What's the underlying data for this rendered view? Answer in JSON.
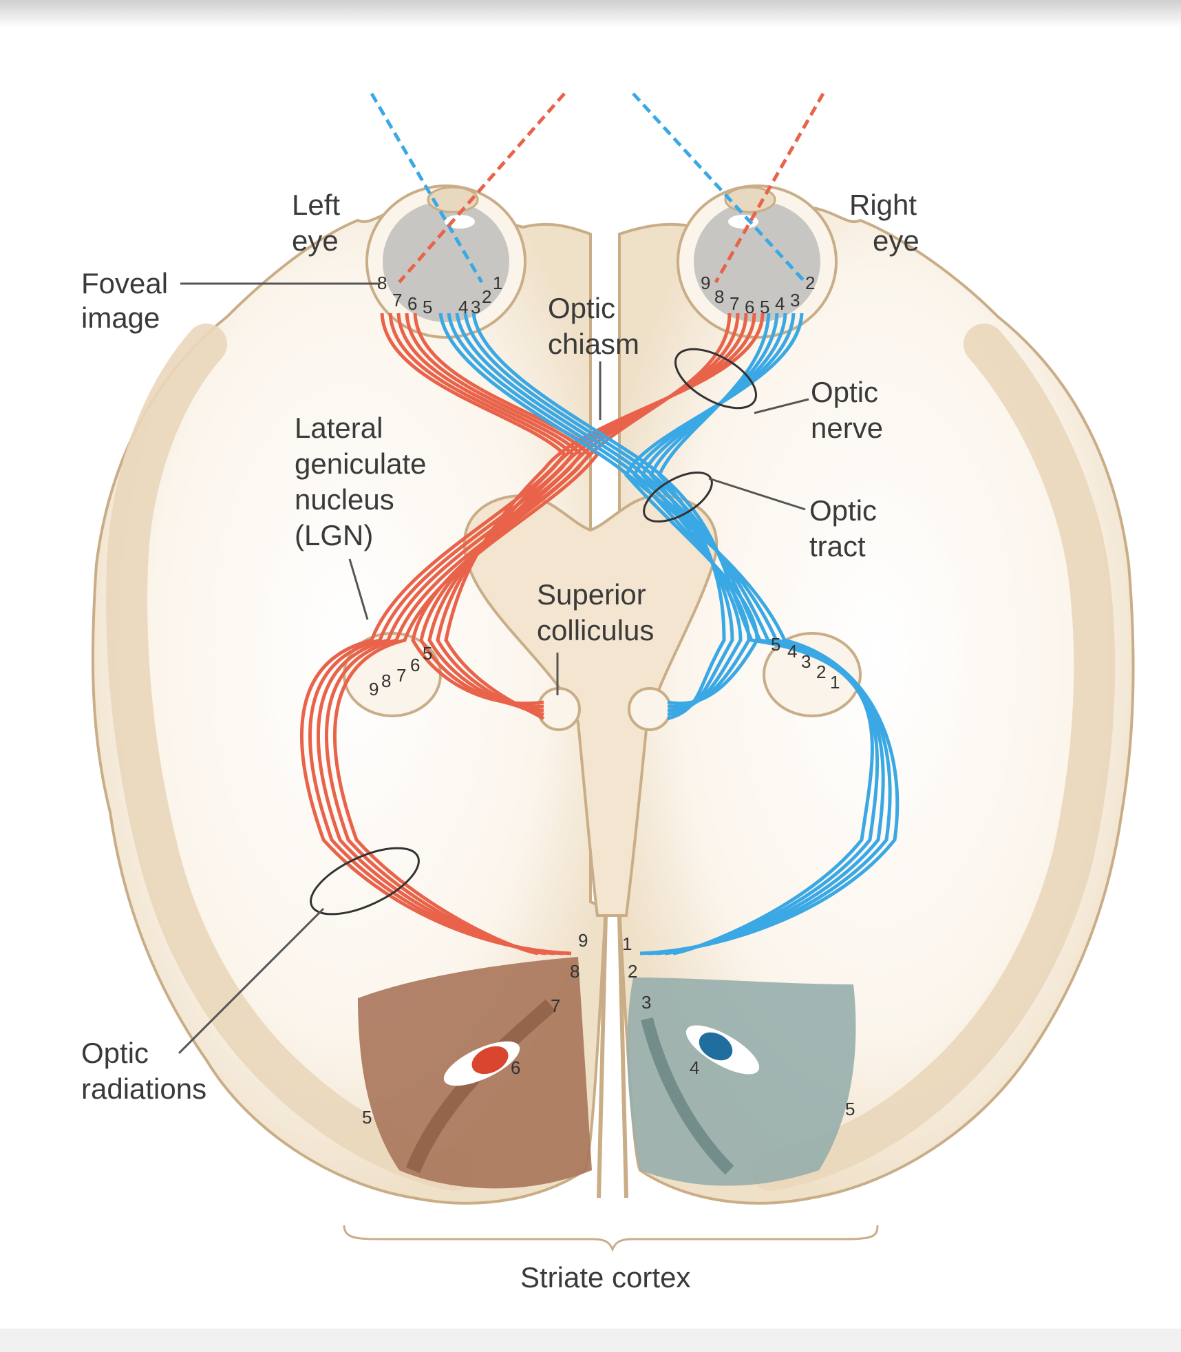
{
  "labels": {
    "left_eye_1": "Left",
    "left_eye_2": "eye",
    "right_eye_1": "Right",
    "right_eye_2": "eye",
    "foveal_1": "Foveal",
    "foveal_2": "image",
    "chiasm_1": "Optic",
    "chiasm_2": "chiasm",
    "nerve_1": "Optic",
    "nerve_2": "nerve",
    "tract_1": "Optic",
    "tract_2": "tract",
    "lgn_1": "Lateral",
    "lgn_2": "geniculate",
    "lgn_3": "nucleus",
    "lgn_4": "(LGN)",
    "colliculus_1": "Superior",
    "colliculus_2": "colliculus",
    "radiations_1": "Optic",
    "radiations_2": "radiations",
    "striate": "Striate cortex"
  },
  "numbers": {
    "left_retina": [
      "8",
      "7",
      "6",
      "5",
      "4",
      "3",
      "2",
      "1"
    ],
    "right_retina": [
      "9",
      "8",
      "7",
      "6",
      "5",
      "4",
      "3",
      "2"
    ],
    "left_lgn": [
      "9",
      "8",
      "7",
      "6",
      "5"
    ],
    "right_lgn": [
      "5",
      "4",
      "3",
      "2",
      "1"
    ],
    "left_cortex": [
      "9",
      "8",
      "7",
      "6",
      "5"
    ],
    "right_cortex": [
      "1",
      "2",
      "3",
      "4",
      "5"
    ]
  },
  "colors": {
    "red_pathway": "#e8634a",
    "blue_pathway": "#3aa8e4",
    "brain_fill": "#f1e4d0",
    "brain_outline": "#c9ad87",
    "left_cortex": "#a9765a",
    "right_cortex": "#97aeac"
  }
}
